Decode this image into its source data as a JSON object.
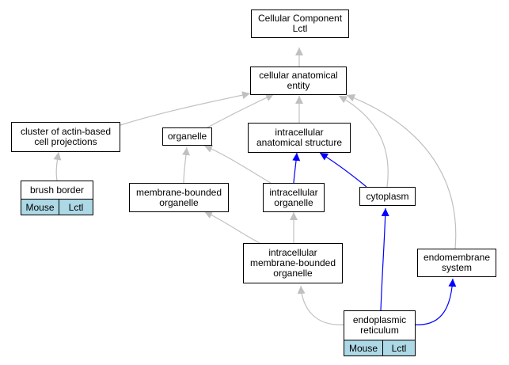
{
  "diagram": {
    "nodes": {
      "cellular_component": "Cellular Component\nLctl",
      "cellular_anatomical_entity": "cellular anatomical\nentity",
      "cluster_actin": "cluster of actin-based\ncell projections",
      "organelle": "organelle",
      "intracellular_anatomical_structure": "intracellular\nanatomical structure",
      "brush_border": "brush border",
      "membrane_bounded_organelle": "membrane-bounded\norganelle",
      "intracellular_organelle": "intracellular\norganelle",
      "cytoplasm": "cytoplasm",
      "intracellular_mb_organelle": "intracellular\nmembrane-bounded\norganelle",
      "endomembrane_system": "endomembrane\nsystem",
      "endoplasmic_reticulum": "endoplasmic\nreticulum"
    },
    "tags": {
      "brush_border": [
        "Mouse",
        "Lctl"
      ],
      "endoplasmic_reticulum": [
        "Mouse",
        "Lctl"
      ]
    },
    "colors": {
      "is_a_edge": "#c0c0c0",
      "part_of_edge": "#0000ff",
      "tag_fill": "#add8e6"
    }
  }
}
